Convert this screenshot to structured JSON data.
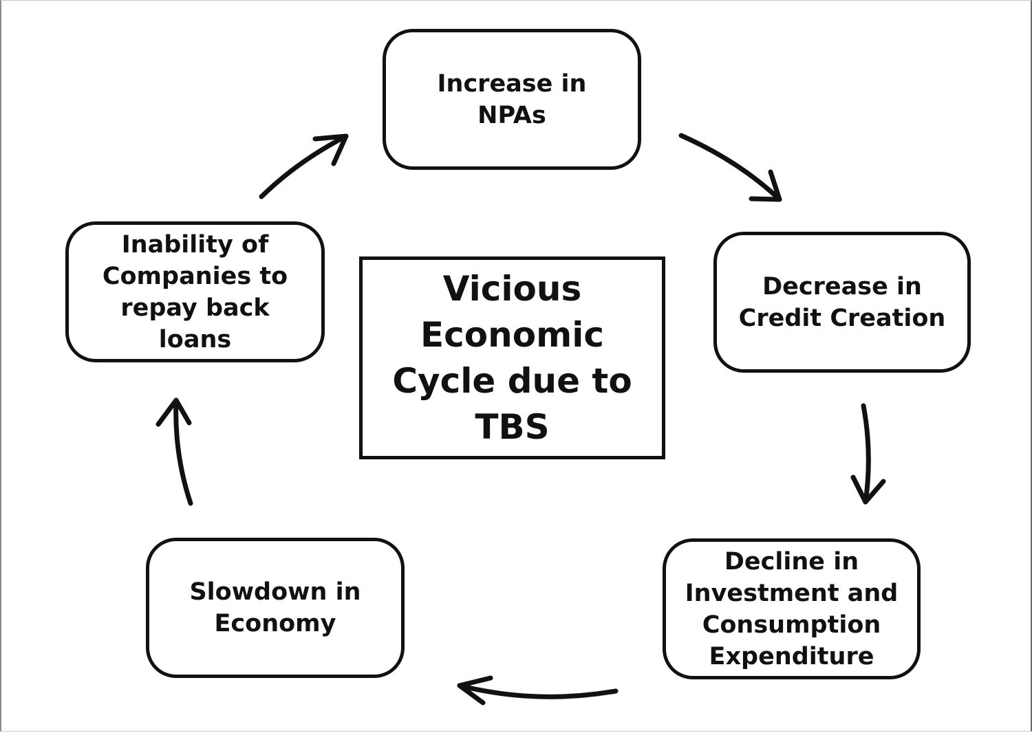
{
  "diagram": {
    "center_title": "Vicious\nEconomic\nCycle due to\nTBS",
    "nodes": [
      {
        "id": "increase-npas",
        "label": "Increase in\nNPAs"
      },
      {
        "id": "decrease-credit",
        "label": "Decrease in\nCredit Creation"
      },
      {
        "id": "decline-investment",
        "label": "Decline in\nInvestment and\nConsumption\nExpenditure"
      },
      {
        "id": "slowdown-economy",
        "label": "Slowdown in\nEconomy"
      },
      {
        "id": "inability-repay",
        "label": "Inability of\nCompanies to\nrepay back\nloans"
      }
    ],
    "edges": [
      {
        "from": "increase-npas",
        "to": "decrease-credit"
      },
      {
        "from": "decrease-credit",
        "to": "decline-investment"
      },
      {
        "from": "decline-investment",
        "to": "slowdown-economy"
      },
      {
        "from": "slowdown-economy",
        "to": "inability-repay"
      },
      {
        "from": "inability-repay",
        "to": "increase-npas"
      }
    ],
    "colors": {
      "stroke": "#111111",
      "background": "#ffffff"
    }
  }
}
